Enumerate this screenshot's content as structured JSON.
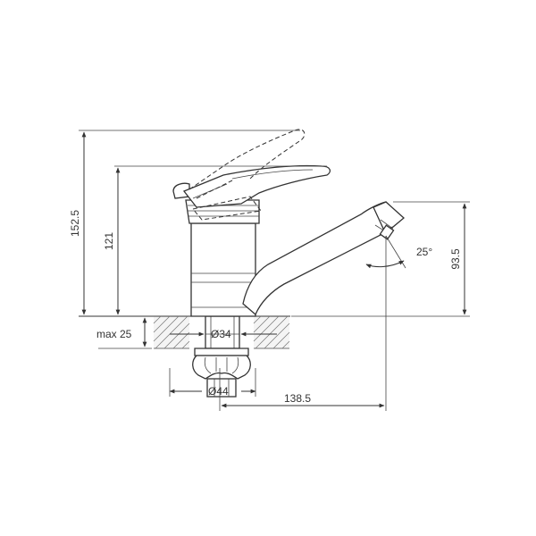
{
  "dimensions": {
    "total_height": "152.5",
    "handle_height": "121",
    "spout_height": "93.5",
    "mount_thickness": "max 25",
    "shank_diameter": "Ø34",
    "base_diameter": "Ø44",
    "spout_reach": "138.5",
    "spout_angle": "25°"
  },
  "colors": {
    "line": "#333333",
    "hatch": "#777777",
    "background": "#ffffff"
  }
}
